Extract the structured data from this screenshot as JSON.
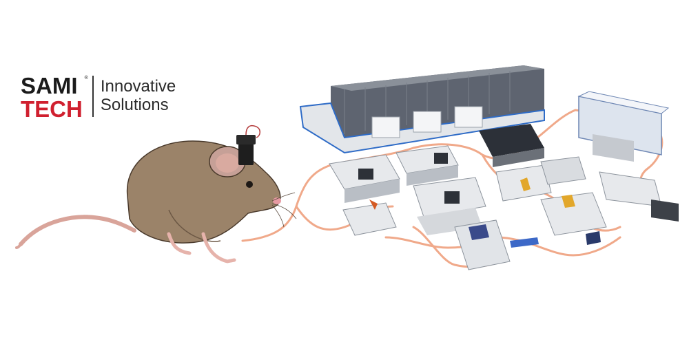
{
  "logo": {
    "brand_top": "SAMI",
    "brand_bottom": "TECH",
    "registered": "®",
    "tagline_line1": "Innovative",
    "tagline_line2": "Solutions",
    "colors": {
      "dark": "#1b1b1b",
      "red": "#d0202f"
    }
  },
  "illustration": {
    "subject_left": "mouse-with-head-mounted-camera",
    "subject_right": "automated-factory-layout",
    "path_color": "#f0a98a"
  }
}
